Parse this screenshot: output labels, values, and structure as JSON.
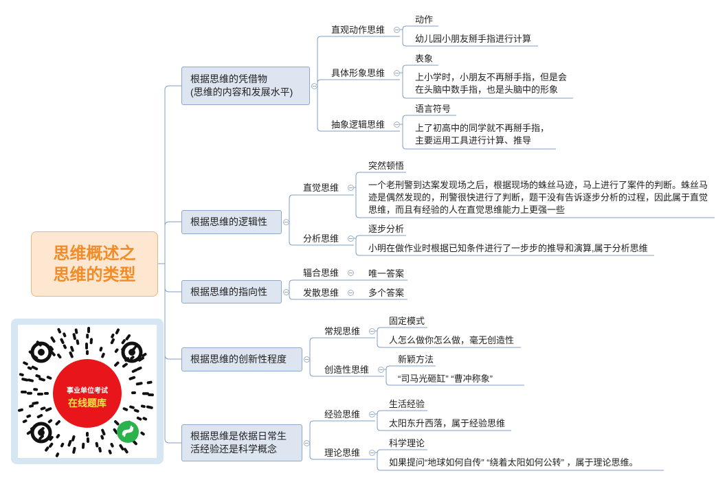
{
  "central": {
    "line1": "思维概述之",
    "line2": "思维的类型"
  },
  "branches": [
    {
      "label_lines": [
        "根据思维的凭借物",
        "(思维的内容和发展水平)"
      ],
      "children": [
        {
          "label": "直观动作思维",
          "leaves": [
            "动作",
            "幼儿园小朋友掰手指进行计算"
          ]
        },
        {
          "label": "具体形象思维",
          "leaves": [
            "表象",
            "上小学时，小朋友不再掰手指，但是会\n在头脑中数手指，也是头脑中的形象"
          ]
        },
        {
          "label": "抽象逻辑思维",
          "leaves": [
            "语言符号",
            "上了初高中的同学就不再掰手指，\n主要运用工具进行计算、推导"
          ]
        }
      ]
    },
    {
      "label_lines": [
        "根据思维的逻辑性"
      ],
      "children": [
        {
          "label": "直觉思维",
          "leaves": [
            "突然顿悟",
            "一个老刑警到达案发现场之后，根据现场的蛛丝马迹，马上进行了案件的判断。蛛丝马\n迹是偶然发现的，刑警很快进行了判断，题干没有告诉逐步分析的过程，因此属于直觉\n思维，而且有经验的人在直觉思维能力上更强一些"
          ]
        },
        {
          "label": "分析思维",
          "leaves": [
            "逐步分析",
            "小明在做作业时根据已知条件进行了一步步的推导和演算,属于分析思维"
          ]
        }
      ]
    },
    {
      "label_lines": [
        "根据思维的指向性"
      ],
      "children": [
        {
          "label": "辐合思维",
          "leaves": [
            "唯一答案"
          ]
        },
        {
          "label": "发散思维",
          "leaves": [
            "多个答案"
          ]
        }
      ]
    },
    {
      "label_lines": [
        "根据思维的创新性程度"
      ],
      "children": [
        {
          "label": "常规思维",
          "leaves": [
            "固定模式",
            "人怎么做你怎么做，毫无创造性"
          ]
        },
        {
          "label": "创造性思维",
          "leaves": [
            "新颖方法",
            "“司马光砸缸” “曹冲称象”"
          ]
        }
      ]
    },
    {
      "label_lines": [
        "根据思维是依据日常生",
        "活经验还是科学概念"
      ],
      "children": [
        {
          "label": "经验思维",
          "leaves": [
            "生活经验",
            "太阳东升西落，属于经验思维"
          ]
        },
        {
          "label": "理论思维",
          "leaves": [
            "科学理论",
            "如果提问“地球如何自传” “绕着太阳如何公转” ，属于理论思维。"
          ]
        }
      ]
    }
  ],
  "qr": {
    "line1": "事业单位考试",
    "line2": "在线题库"
  },
  "colors": {
    "line": "#7f9cc4",
    "main_fill": "#dde5f1",
    "central_fill": "#fde7d0",
    "central_text": "#f28c28",
    "qr_red": "#e8161b"
  }
}
